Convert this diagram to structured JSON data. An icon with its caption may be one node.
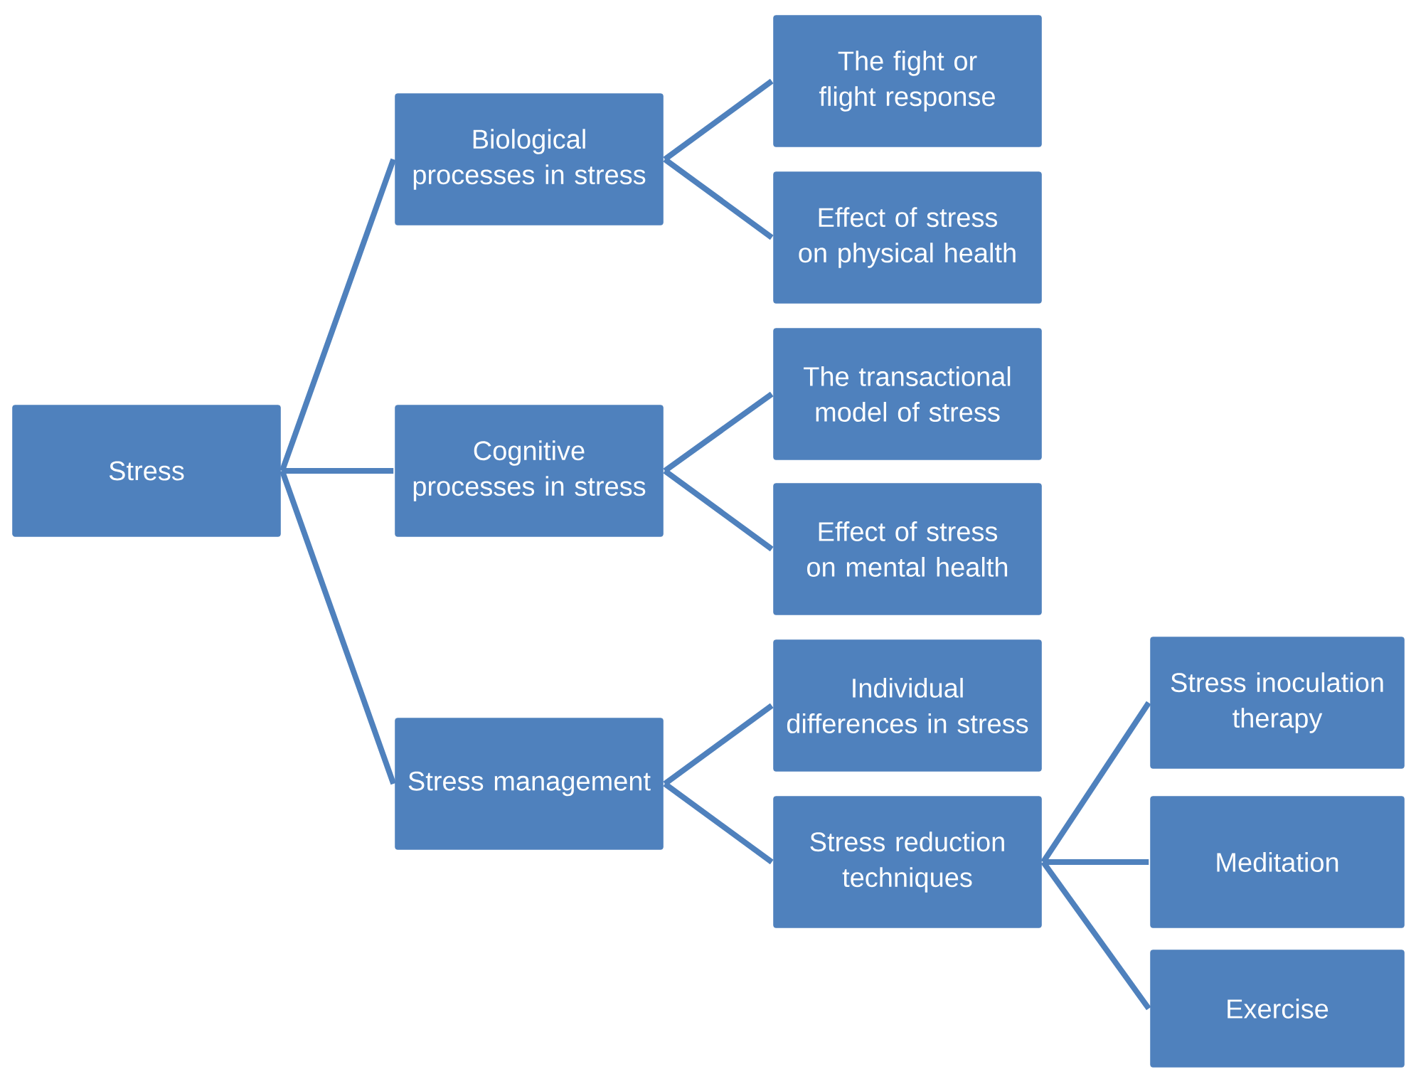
{
  "diagram": {
    "nodes": [
      {
        "text": [
          "Stress"
        ]
      },
      {
        "text": [
          "Biological processes in stress"
        ]
      },
      {
        "text": [
          "Cognitive processes in stress"
        ]
      },
      {
        "text": [
          "Stress management"
        ]
      },
      {
        "text": [
          "The fight or flight response"
        ]
      },
      {
        "text": [
          "Effect of stress on physical health"
        ]
      },
      {
        "text": [
          "The transactional model of stress"
        ]
      },
      {
        "text": [
          "Effect of stress on mental health"
        ]
      },
      {
        "text": [
          "Individual differences in stress"
        ]
      },
      {
        "text": [
          "Stress reduction techniques"
        ]
      },
      {
        "text": [
          "Stress inoculation therapy"
        ]
      },
      {
        "text": [
          "Meditation"
        ]
      },
      {
        "text": [
          "Exercise"
        ]
      }
    ],
    "edges": [
      {
        "from": 0,
        "to": 1,
        "arrow": "none"
      },
      {
        "from": 0,
        "to": 2,
        "arrow": "none"
      },
      {
        "from": 0,
        "to": 3,
        "arrow": "none"
      },
      {
        "from": 1,
        "to": 4,
        "arrow": "none"
      },
      {
        "from": 1,
        "to": 5,
        "arrow": "none"
      },
      {
        "from": 2,
        "to": 6,
        "arrow": "none"
      },
      {
        "from": 2,
        "to": 7,
        "arrow": "none"
      },
      {
        "from": 3,
        "to": 8,
        "arrow": "none"
      },
      {
        "from": 3,
        "to": 9,
        "arrow": "none"
      },
      {
        "from": 9,
        "to": 10,
        "arrow": "none"
      },
      {
        "from": 9,
        "to": 11,
        "arrow": "none"
      },
      {
        "from": 9,
        "to": 12,
        "arrow": "none"
      }
    ]
  }
}
